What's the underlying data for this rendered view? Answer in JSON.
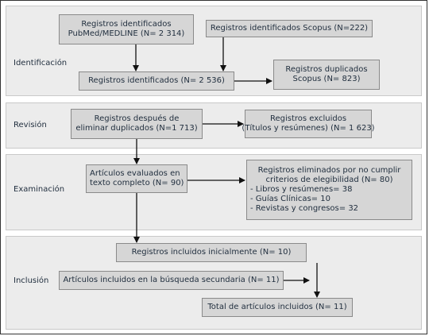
{
  "phases": {
    "identification": "Identificación",
    "review": "Revisión",
    "screening": "Examinación",
    "inclusion": "Inclusión"
  },
  "boxes": {
    "pubmed": [
      "Registros identificados",
      "PubMed/MEDLINE (N= 2 314)"
    ],
    "scopus": "Registros identificados Scopus (N=222)",
    "identified": "Registros identificados (N= 2 536)",
    "duplicates": [
      "Registros duplicados",
      "Scopus (N= 823)"
    ],
    "after_duplicates": [
      "Registros después de",
      "eliminar duplicados (N=1 713)"
    ],
    "excluded": [
      "Registros excluidos",
      "(Títulos y resúmenes) (N=  1 623)"
    ],
    "fulltext": [
      "Artículos evaluados en",
      "texto completo (N= 90)"
    ],
    "eliminated": {
      "title": [
        "Registros eliminados por no cumplir",
        "criterios de elegibilidad (N= 80)"
      ],
      "items": [
        "- Libros y resúmenes= 38",
        "- Guías Clínicas= 10",
        "- Revistas y congresos= 32"
      ]
    },
    "initial": "Registros incluidos inicialmente (N= 10)",
    "secondary": "Artículos incluidos en la búsqueda secundaria (N= 11)",
    "total": "Total de artículos incluidos (N= 11)"
  }
}
